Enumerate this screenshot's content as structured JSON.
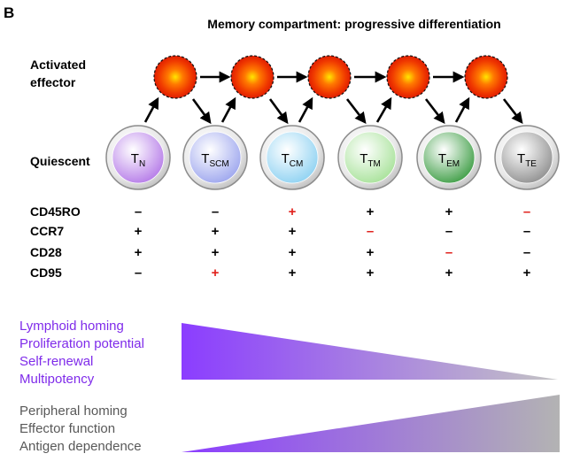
{
  "panel_label": "B",
  "title": "Memory compartment: progressive differentiation",
  "row_labels": {
    "activated": [
      "Activated",
      "effector"
    ],
    "quiescent": "Quiescent"
  },
  "cells": [
    {
      "id": "tn",
      "main": "T",
      "sub": "N",
      "color": "#b57be8"
    },
    {
      "id": "tscm",
      "main": "T",
      "sub": "SCM",
      "color": "#9da6ee"
    },
    {
      "id": "tcm",
      "main": "T",
      "sub": "CM",
      "color": "#8fd2f2"
    },
    {
      "id": "ttm",
      "main": "T",
      "sub": "TM",
      "color": "#a8e29a"
    },
    {
      "id": "tem",
      "main": "T",
      "sub": "EM",
      "color": "#3f9e46"
    },
    {
      "id": "tte",
      "main": "T",
      "sub": "TE",
      "color": "#909090"
    }
  ],
  "markers": [
    {
      "name": "CD45RO",
      "values": [
        "–",
        "–",
        "+",
        "+",
        "+",
        "–"
      ],
      "red": [
        false,
        false,
        true,
        false,
        false,
        true
      ]
    },
    {
      "name": "CCR7",
      "values": [
        "+",
        "+",
        "+",
        "–",
        "–",
        "–"
      ],
      "red": [
        false,
        false,
        false,
        true,
        false,
        false
      ]
    },
    {
      "name": "CD28",
      "values": [
        "+",
        "+",
        "+",
        "+",
        "–",
        "–"
      ],
      "red": [
        false,
        false,
        false,
        false,
        true,
        false
      ]
    },
    {
      "name": "CD95",
      "values": [
        "–",
        "+",
        "+",
        "+",
        "+",
        "+"
      ],
      "red": [
        false,
        true,
        false,
        false,
        false,
        false
      ]
    }
  ],
  "decreasing_traits": [
    "Lymphoid homing",
    "Proliferation potential",
    "Self-renewal",
    "Multipotency"
  ],
  "increasing_traits": [
    "Peripheral homing",
    "Effector function",
    "Antigen dependence"
  ],
  "colors": {
    "purple": "#8b3dff",
    "gray": "#b5b5b5",
    "red": "#e0201b",
    "trait_purple": "#7f2bea",
    "trait_gray": "#595959"
  }
}
